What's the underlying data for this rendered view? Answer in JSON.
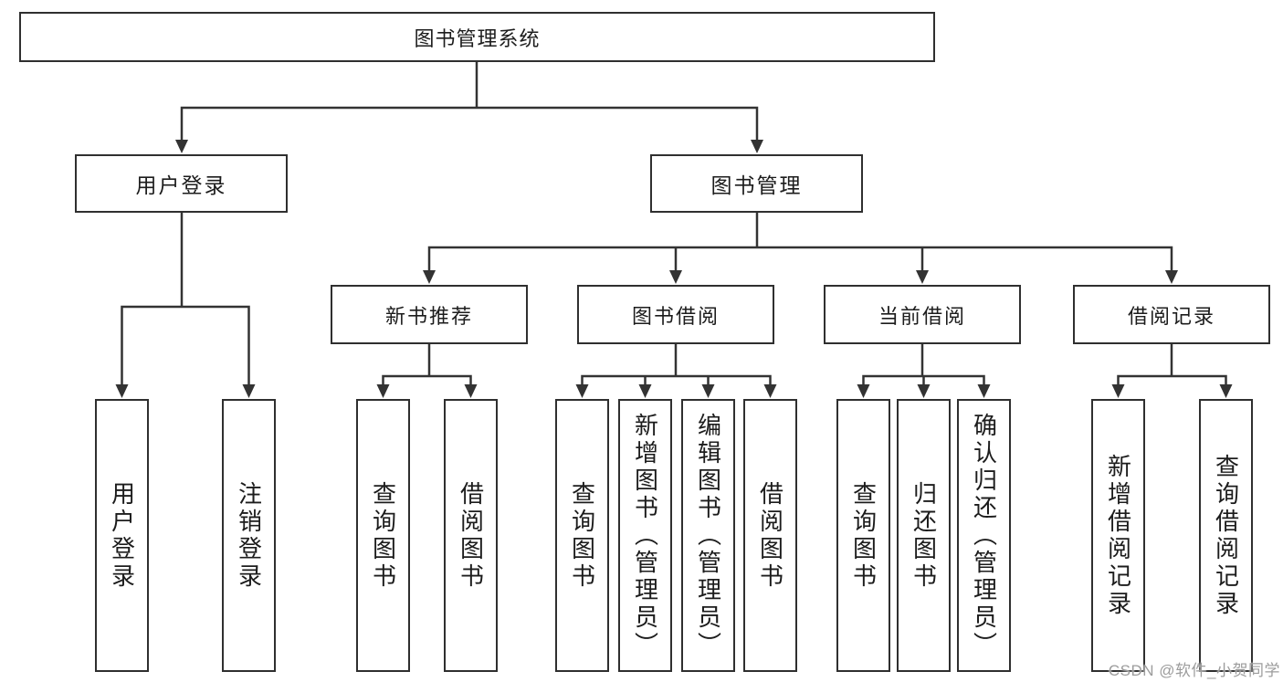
{
  "title": {
    "label": "图书管理系统"
  },
  "level2": [
    {
      "label": "用户登录"
    },
    {
      "label": "图书管理"
    }
  ],
  "level3": [
    {
      "label": "新书推荐"
    },
    {
      "label": "图书借阅"
    },
    {
      "label": "当前借阅"
    },
    {
      "label": "借阅记录"
    }
  ],
  "leaves": [
    {
      "label": "用户登录"
    },
    {
      "label": "注销登录"
    },
    {
      "label": "查询图书"
    },
    {
      "label": "借阅图书"
    },
    {
      "label": "查询图书"
    },
    {
      "label": "新增图书（管理员）"
    },
    {
      "label": "编辑图书（管理员）"
    },
    {
      "label": "借阅图书"
    },
    {
      "label": "查询图书"
    },
    {
      "label": "归还图书"
    },
    {
      "label": "确认归还（管理员）"
    },
    {
      "label": "新增借阅记录"
    },
    {
      "label": "查询借阅记录"
    }
  ],
  "watermark": {
    "text": "CSDN @软件_小贺同学"
  },
  "colors": {
    "line": "#333333",
    "box_border": "#2f2f2f",
    "box_fill": "#ffffff",
    "text": "#1c1c1c",
    "watermark": "#9c9c9c"
  }
}
